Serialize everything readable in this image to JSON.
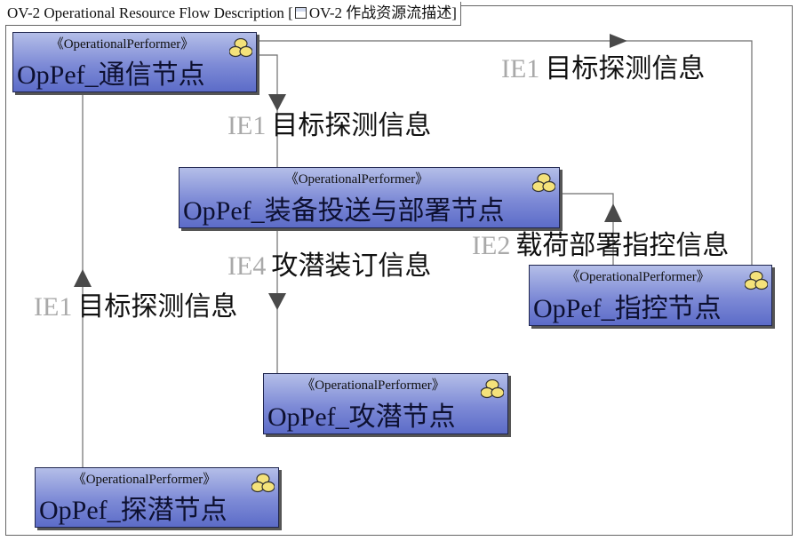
{
  "diagram": {
    "title_prefix": "OV-2 Operational Resource Flow Description [",
    "title_name": "OV-2 作战资源流描述",
    "title_suffix": "]"
  },
  "nodes": {
    "comm": {
      "stereotype": "《OperationalPerformer》",
      "name": "OpPef_通信节点"
    },
    "deploy": {
      "stereotype": "《OperationalPerformer》",
      "name": "OpPef_装备投送与部署节点"
    },
    "command": {
      "stereotype": "《OperationalPerformer》",
      "name": "OpPef_指控节点"
    },
    "attack": {
      "stereotype": "《OperationalPerformer》",
      "name": "OpPef_攻潜节点"
    },
    "detect": {
      "stereotype": "《OperationalPerformer》",
      "name": "OpPef_探潜节点"
    }
  },
  "flows": [
    {
      "id": "IE1",
      "label": "目标探测信息",
      "from": "OpPef_通信节点",
      "to": "OpPef_指控节点"
    },
    {
      "id": "IE1",
      "label": "目标探测信息",
      "from": "OpPef_通信节点",
      "to": "OpPef_装备投送与部署节点"
    },
    {
      "id": "IE2",
      "label": "载荷部署指控信息",
      "from": "OpPef_指控节点",
      "to": "OpPef_装备投送与部署节点"
    },
    {
      "id": "IE4",
      "label": "攻潜装订信息",
      "from": "OpPef_装备投送与部署节点",
      "to": "OpPef_攻潜节点"
    },
    {
      "id": "IE1",
      "label": "目标探测信息",
      "from": "OpPef_探潜节点",
      "to": "OpPef_通信节点"
    }
  ],
  "colors": {
    "node_top": "#b4bee8",
    "node_bottom": "#5c6cc8",
    "connector": "#6e6e6e",
    "code_text": "#a9a9a9"
  }
}
